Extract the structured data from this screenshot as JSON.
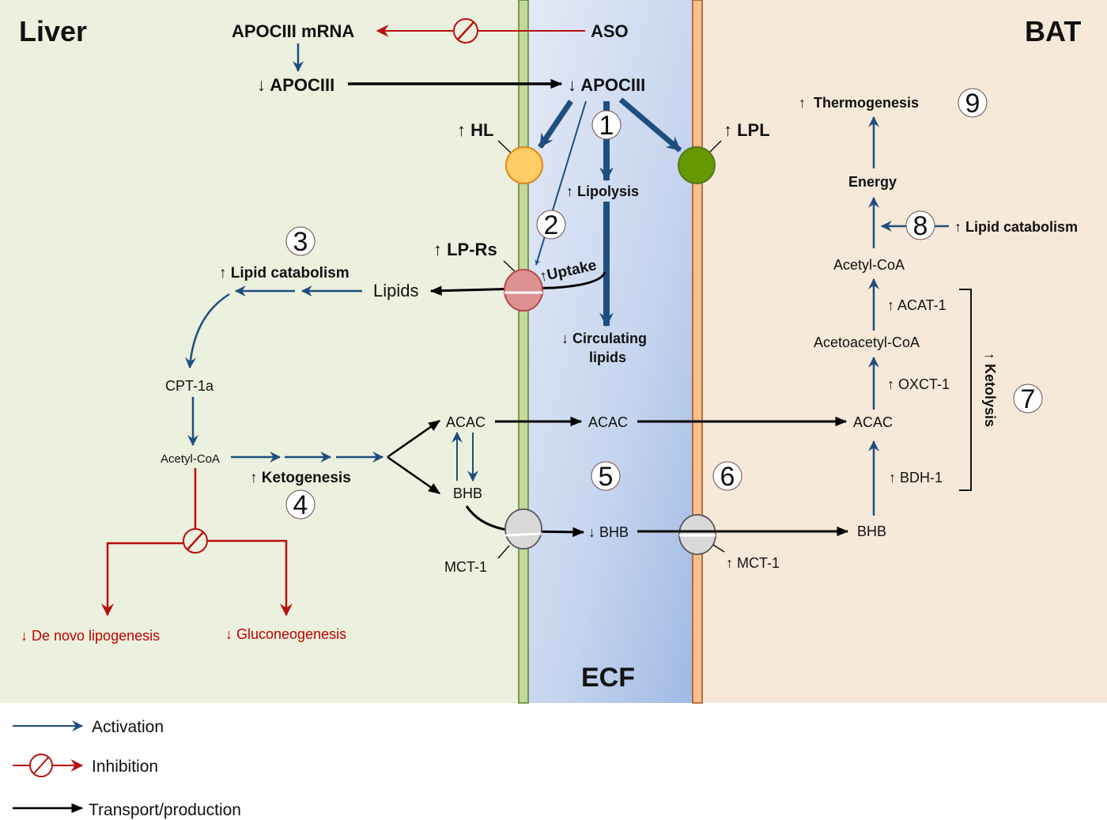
{
  "colors": {
    "liver_bg": "#ecf0de",
    "ecf_bg_light": "#dfe7f4",
    "ecf_bg_dark": "#9fb8e3",
    "bat_bg": "#f7e9da",
    "liver_membrane": "#c4d89a",
    "liver_membrane_edge": "#5f7f2e",
    "bat_membrane": "#f9bf8c",
    "bat_membrane_edge": "#a9501a",
    "activation": "#1f4e7e",
    "inhibition": "#b81010",
    "transport": "#000000",
    "hl": "#ffcc66",
    "hl_edge": "#d98a1a",
    "lpl": "#669900",
    "lpl_edge": "#557722",
    "lprs": "#dd9190",
    "lprs_edge": "#b24b4a",
    "mct": "#d9d9d9",
    "mct_edge": "#555555"
  },
  "compartments": {
    "liver": "Liver",
    "ecf": "ECF",
    "bat": "BAT"
  },
  "liver": {
    "apociii_mrna": "APOCIII mRNA",
    "apociii": "↓ APOCIII",
    "lipid_catabolism": "↑ Lipid catabolism",
    "lipids": "Lipids",
    "lp_rs": "↑ LP-Rs",
    "cpt1a": "CPT-1a",
    "acetyl_coa": "Acetyl-CoA",
    "ketogenesis": "↑ Ketogenesis",
    "acac": "ACAC",
    "bhb": "BHB",
    "mct1": "MCT-1",
    "de_novo_lipogenesis": "↓ De novo lipogenesis",
    "gluconeogenesis": "↓ Gluconeogenesis"
  },
  "ecf": {
    "aso": "ASO",
    "apociii": "↓ APOCIII",
    "hl": "↑ HL",
    "lipolysis": "↑ Lipolysis",
    "uptake": "↑Uptake",
    "circulating_lipids_line1": "↓ Circulating",
    "circulating_lipids_line2": "lipids",
    "acac": "ACAC",
    "bhb": "↓ BHB"
  },
  "bat": {
    "lpl": "↑ LPL",
    "thermogenesis": "↑  Thermogenesis",
    "energy": "Energy",
    "lipid_catabolism": "↑ Lipid catabolism",
    "acetyl_coa": "Acetyl-CoA",
    "acat1": "↑ ACAT-1",
    "acetoacetyl_coa": "Acetoacetyl-CoA",
    "oxct1": "↑ OXCT-1",
    "acac": "ACAC",
    "bdh1": "↑ BDH-1",
    "bhb": "BHB",
    "mct1": "↑ MCT-1",
    "ketolysis": "↑ Ketolysis"
  },
  "steps": [
    "1",
    "2",
    "3",
    "4",
    "5",
    "6",
    "7",
    "8",
    "9"
  ],
  "legend": [
    {
      "type": "activation",
      "label": "Activation"
    },
    {
      "type": "inhibition",
      "label": "Inhibition"
    },
    {
      "type": "transport",
      "label": "Transport/production"
    }
  ]
}
